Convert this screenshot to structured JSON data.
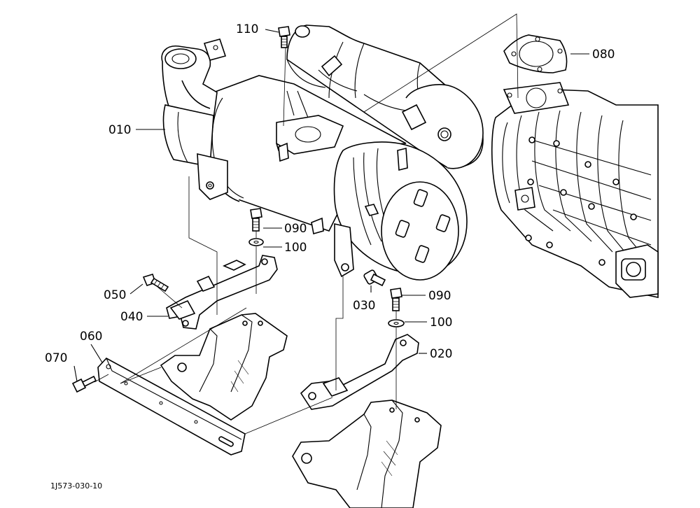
{
  "labels": {
    "p010": "010",
    "p020": "020",
    "p030": "030",
    "p040": "040",
    "p050": "050",
    "p060": "060",
    "p070": "070",
    "p080": "080",
    "p090a": "090",
    "p090b": "090",
    "p100a": "100",
    "p100b": "100",
    "p110": "110"
  },
  "drawing_code": "1J573-030-10"
}
